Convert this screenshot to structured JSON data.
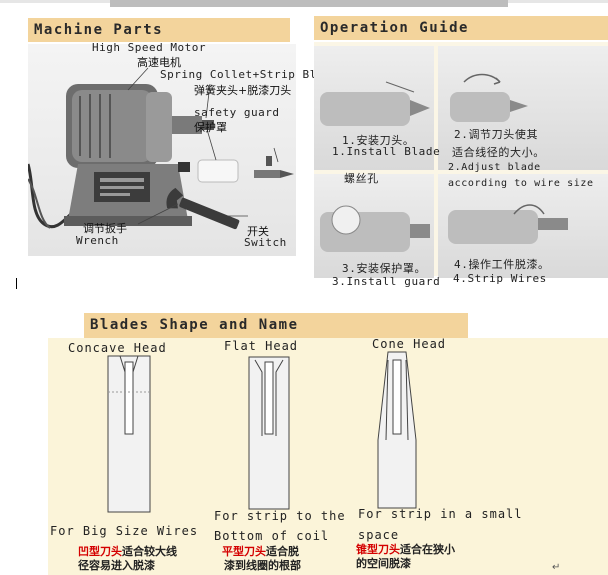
{
  "machine_parts": {
    "title": "Machine Parts",
    "motor_en": "High Speed Motor",
    "motor_cn": "高速电机",
    "collet_en": "Spring Collet+Strip Blade",
    "collet_cn": "弹簧夹头+脱漆刀头",
    "guard_en": "safety guard",
    "guard_cn": "保护罩",
    "wrench_cn": "调节扳手",
    "wrench_en": "Wrench",
    "switch_cn": "开关",
    "switch_en": "Switch"
  },
  "operation_guide": {
    "title": "Operation Guide",
    "step1_cn": "1.安装刀头。",
    "step1_en": "1.Install Blade",
    "step2_cn": "2.调节刀头使其",
    "step2_cn2": "适合线径的大小。",
    "step2_en1": "2.Adjust blade",
    "step2_en2": "according to wire size",
    "screw_cn": "螺丝孔",
    "step3_cn": "3.安装保护罩。",
    "step3_en": "3.Install guard",
    "step4_cn": "4.操作工件脱漆。",
    "step4_en": "4.Strip Wires"
  },
  "blades": {
    "title": "Blades Shape and Name",
    "concave_name": "Concave Head",
    "flat_name": "Flat Head",
    "cone_name": "Cone Head",
    "concave_desc": "For Big Size Wires",
    "concave_cn_red": "凹型刀头",
    "concave_cn_rest": "适合较大线",
    "concave_cn_line2": "径容易进入脱漆",
    "flat_desc1": "For strip to the",
    "flat_desc2": "Bottom of coil",
    "flat_cn_red": "平型刀头",
    "flat_cn_rest": "适合脱",
    "flat_cn_line2": "漆到线圈的根部",
    "cone_desc1": "For strip in a small",
    "cone_desc2": "space",
    "cone_cn_red": "锥型刀头",
    "cone_cn_rest": "适合在狭小",
    "cone_cn_line2": "的空间脱漆"
  },
  "colors": {
    "header_bg": "#f3d49c",
    "panel_bg": "#fbf4d9",
    "accent_red": "#d40000"
  }
}
